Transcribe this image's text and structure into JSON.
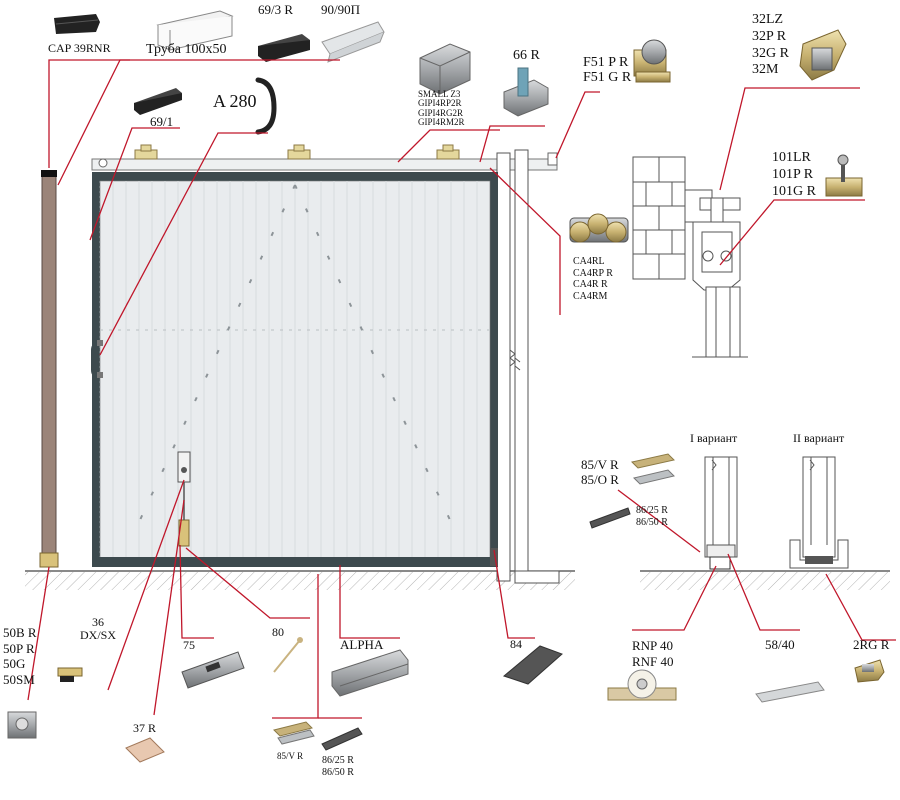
{
  "labels": {
    "cap": "CAP 39RNR",
    "tube": "Труба 100x50",
    "p69_3": "69/3 R",
    "p90": "90/90П",
    "p69_1": "69/1",
    "a280": "A 280",
    "small_z3": [
      "SMALL Z3",
      "GIPI4RP2R",
      "GIPI4RG2R",
      "GIPI4RM2R"
    ],
    "p66": "66 R",
    "f51": [
      "F51 P R",
      "F51 G R"
    ],
    "p32": [
      "32LZ",
      "32P R",
      "32G R",
      "32M"
    ],
    "p101": [
      "101LR",
      "101P R",
      "101G R"
    ],
    "ca4": [
      "CA4RL",
      "CA4RP R",
      "CA4R R",
      "CA4RM"
    ],
    "variant1": "I вариант",
    "variant2": "II вариант",
    "p85_top": [
      "85/V R",
      "85/O R"
    ],
    "p86_top": [
      "86/25 R",
      "86/50 R"
    ],
    "p50": [
      "50B R",
      "50P R",
      "50G",
      "50SM"
    ],
    "p36": [
      "36",
      "DX/SX"
    ],
    "p75": "75",
    "p80": "80",
    "alpha": "ALPHA",
    "p84": "84",
    "rnp": [
      "RNP 40",
      "RNF 40"
    ],
    "p58": "58/40",
    "p2rg": "2RG R",
    "p37": "37 R",
    "p85_bottom": "85/V R",
    "p86_bottom": [
      "86/25 R",
      "86/50 R"
    ]
  },
  "colors": {
    "leader": "#c0172b",
    "frame": "#3d4a4e",
    "panel": "#e9ecee",
    "post": "#9b8479",
    "gray": "#8a8a8a"
  }
}
